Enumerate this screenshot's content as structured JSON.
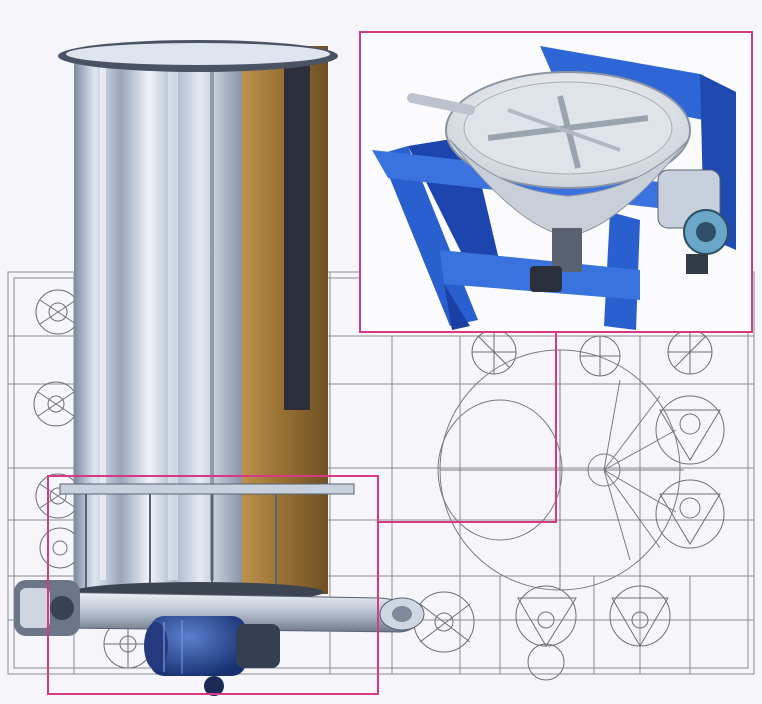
{
  "figure": {
    "palette": {
      "background": "#f7f6fa",
      "drawing_line": "#8a8a92",
      "callout_frame": "#d63a86",
      "steel_light": "#e9eef6",
      "steel_mid": "#b9c6d8",
      "steel_dark": "#5e6b7e",
      "brass": "#a27a38",
      "frame_blue": "#2f66d6",
      "frame_blue_dark": "#1c3fa3",
      "motor_blue": "#1f3f92",
      "hopper_white": "#eef1f4"
    },
    "parts": [
      {
        "id": "tank",
        "label": ""
      },
      {
        "id": "gear-motor",
        "label": ""
      },
      {
        "id": "outlet-pipe",
        "label": ""
      },
      {
        "id": "mixing-hopper-photo",
        "label": ""
      },
      {
        "id": "blue-frame",
        "label": ""
      },
      {
        "id": "drive-motor",
        "label": ""
      }
    ]
  }
}
